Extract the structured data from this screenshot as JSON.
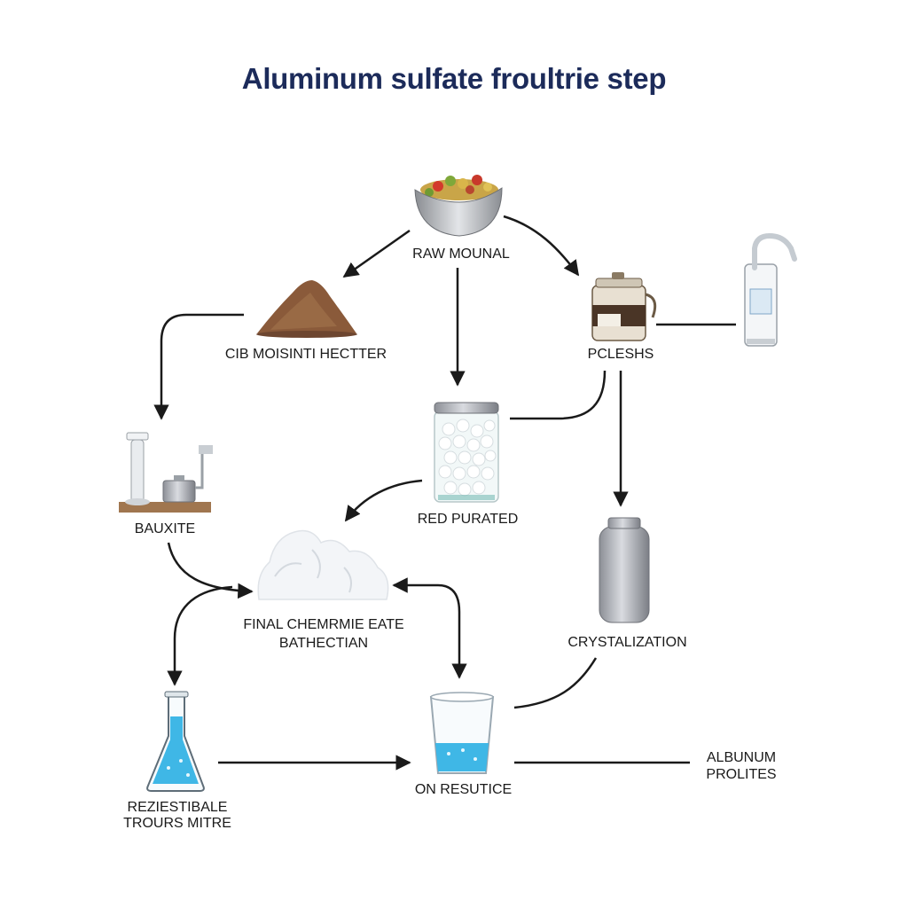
{
  "title": "Aluminum sulfate froultrie step",
  "nodes": {
    "raw_mounal": {
      "label": "RAW MOUNAL",
      "icon": "salad-bowl-icon"
    },
    "cib_moisinti": {
      "label": "CIB MOISINTI HECTTER",
      "icon": "powder-pile-icon"
    },
    "pcleshs": {
      "label": "PCLESHS",
      "icon": "jar-icon"
    },
    "faucet": {
      "icon": "faucet-filter-icon"
    },
    "bauxite": {
      "label": "BAUXITE",
      "icon": "lab-apparatus-icon"
    },
    "red_purated": {
      "label": "RED PURATED",
      "icon": "glass-jar-icon"
    },
    "final": {
      "label_line1": "FINAL CHEMRMIE EATE",
      "label_line2": "BATHECTIAN",
      "icon": "white-crystals-icon"
    },
    "crystalization": {
      "label": "CRYSTALIZATION",
      "icon": "metal-cylinder-icon"
    },
    "flask": {
      "label_line1": "REZIESTIBALE",
      "label_line2": "TROURS MITRE",
      "icon": "erlenmeyer-flask-icon"
    },
    "on_resutice": {
      "label": "ON RESUTICE",
      "icon": "beaker-icon"
    },
    "albunum": {
      "label_line1": "ALBUNUM",
      "label_line2": "PROLITES"
    }
  },
  "colors": {
    "title": "#1c2b5a",
    "arrow": "#1a1a1a",
    "liquid": "#3fb7e6"
  }
}
